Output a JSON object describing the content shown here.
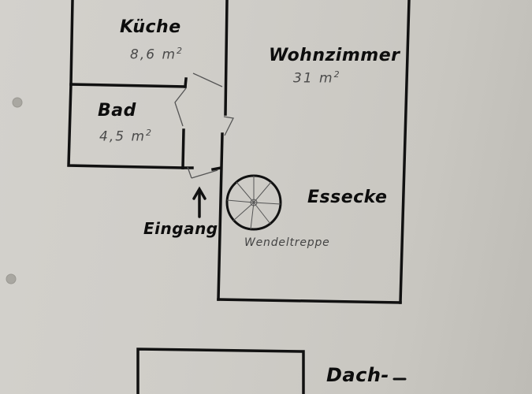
{
  "diagram": {
    "type": "floor-plan",
    "medium": "hand-drawn on hole-punched paper",
    "rooms": [
      {
        "name": "Küche",
        "area_value": "8,6",
        "area_unit": "m",
        "area_exp": "2"
      },
      {
        "name": "Bad",
        "area_value": "4,5",
        "area_unit": "m",
        "area_exp": "2"
      },
      {
        "name": "Wohnzimmer",
        "area_value": "31",
        "area_unit": "m",
        "area_exp": "2"
      },
      {
        "name": "Essecke"
      }
    ],
    "features": {
      "entrance_label": "Eingang",
      "stair_label": "Wendeltreppe",
      "partial_label": "Dach-"
    },
    "colors": {
      "paper": "#cfcdc8",
      "ink": "#0d0d0d",
      "pencil": "#4a4a4a"
    }
  }
}
